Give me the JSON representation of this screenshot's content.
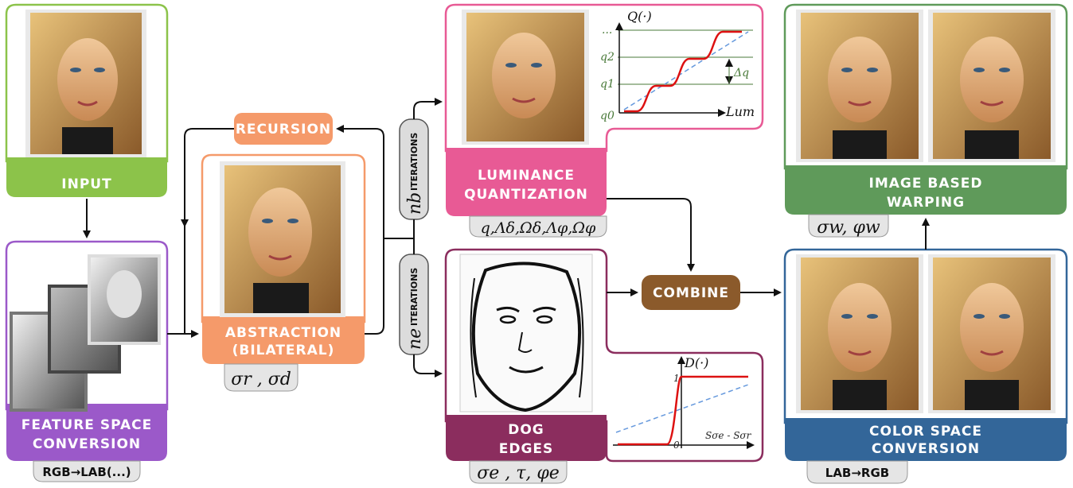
{
  "nodes": {
    "input": {
      "label": "INPUT"
    },
    "feature": {
      "label1": "FEATURE SPACE",
      "label2": "CONVERSION",
      "param": "RGB→LAB(...)"
    },
    "recursion": {
      "label": "RECURSION"
    },
    "abstraction": {
      "label1": "ABSTRACTION",
      "label2": "(BILATERAL)",
      "param": "σr , σd"
    },
    "luminance": {
      "label1": "LUMINANCE",
      "label2": "QUANTIZATION",
      "param": "q,Λδ,Ωδ,Λφ,Ωφ"
    },
    "dog": {
      "label1": "DOG",
      "label2": "EDGES",
      "param": "σe , τ, φe"
    },
    "combine": {
      "label": "COMBINE"
    },
    "warping": {
      "label1": "IMAGE BASED",
      "label2": "WARPING",
      "param": "σw, φw"
    },
    "colorspace": {
      "label1": "COLOR SPACE",
      "label2": "CONVERSION",
      "param": "LAB→RGB"
    }
  },
  "iterations": {
    "nb": {
      "symbol": "nb",
      "word": "ITERATIONS"
    },
    "ne": {
      "symbol": "ne",
      "word": "ITERATIONS"
    }
  },
  "quant_graph": {
    "ylabel": "Q(·)",
    "xlabel": "Lum",
    "ticks": [
      "q0",
      "q1",
      "q2",
      "..."
    ],
    "delta": "Δq"
  },
  "dog_graph": {
    "ylabel": "D(·)",
    "xlabel": "Sσe - Sσr",
    "tick_top": "1",
    "tick_bottom": "0"
  },
  "colors": {
    "input": "#8cc34a",
    "feature": "#9b59c9",
    "abstraction": "#f59a6a",
    "luminance": "#e85a95",
    "dog": "#8b2d5e",
    "combine": "#8b5a2b",
    "warping": "#5f9a5a",
    "colorspace": "#336699"
  }
}
